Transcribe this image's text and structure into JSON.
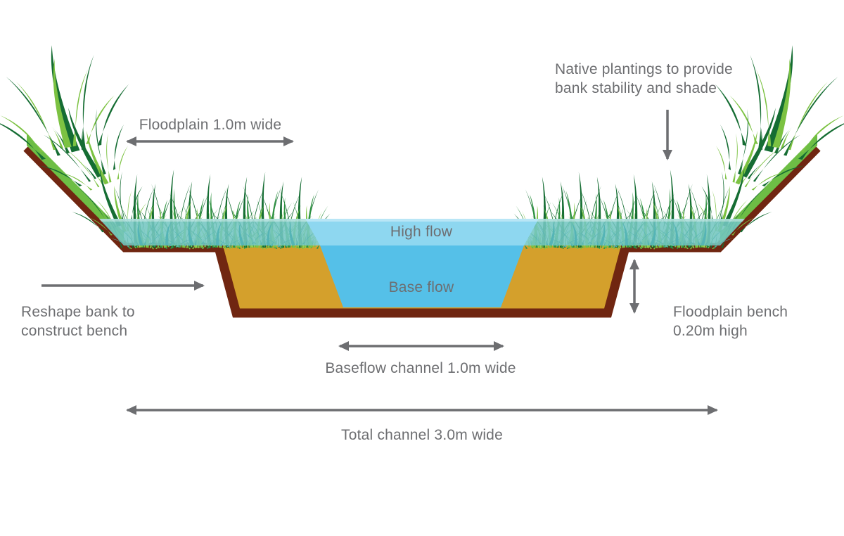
{
  "diagram": {
    "type": "stream-channel-cross-section",
    "labels": {
      "native": {
        "line1": "Native plantings to provide",
        "line2": "bank stability and shade"
      },
      "floodplain": "Floodplain 1.0m wide",
      "high_flow": "High flow",
      "base_flow": "Base flow",
      "reshape": {
        "line1": "Reshape bank to",
        "line2": "construct bench"
      },
      "bench": {
        "line1": "Floodplain bench",
        "line2": "0.20m high"
      },
      "baseflow_channel": "Baseflow channel 1.0m wide",
      "total_channel": "Total channel 3.0m wide"
    },
    "colors": {
      "text": "#6d6e71",
      "arrow": "#6d6e71",
      "soil_outline_brown": "#702611",
      "bench_soil_gold": "#d4a02c",
      "base_flow_water": "#55c0e8",
      "high_flow_water": "#8ed7f0",
      "water_over_grass_teal": "#74c6c2",
      "water_surface_highlight": "#ffffff",
      "grass_dark": "#156d33",
      "grass_mid": "#2f9241",
      "grass_light": "#7cc242",
      "grass_bright": "#97ce4e",
      "underwater_grass": "#55b4b6",
      "background": "#ffffff"
    },
    "arrows": [
      {
        "name": "floodplain-width-arrow",
        "kind": "double-horizontal"
      },
      {
        "name": "native-plantings-arrow",
        "kind": "single-down"
      },
      {
        "name": "reshape-bank-arrow",
        "kind": "single-right"
      },
      {
        "name": "bench-height-arrow",
        "kind": "double-vertical"
      },
      {
        "name": "baseflow-width-arrow",
        "kind": "double-horizontal"
      },
      {
        "name": "total-width-arrow",
        "kind": "double-horizontal"
      }
    ]
  }
}
